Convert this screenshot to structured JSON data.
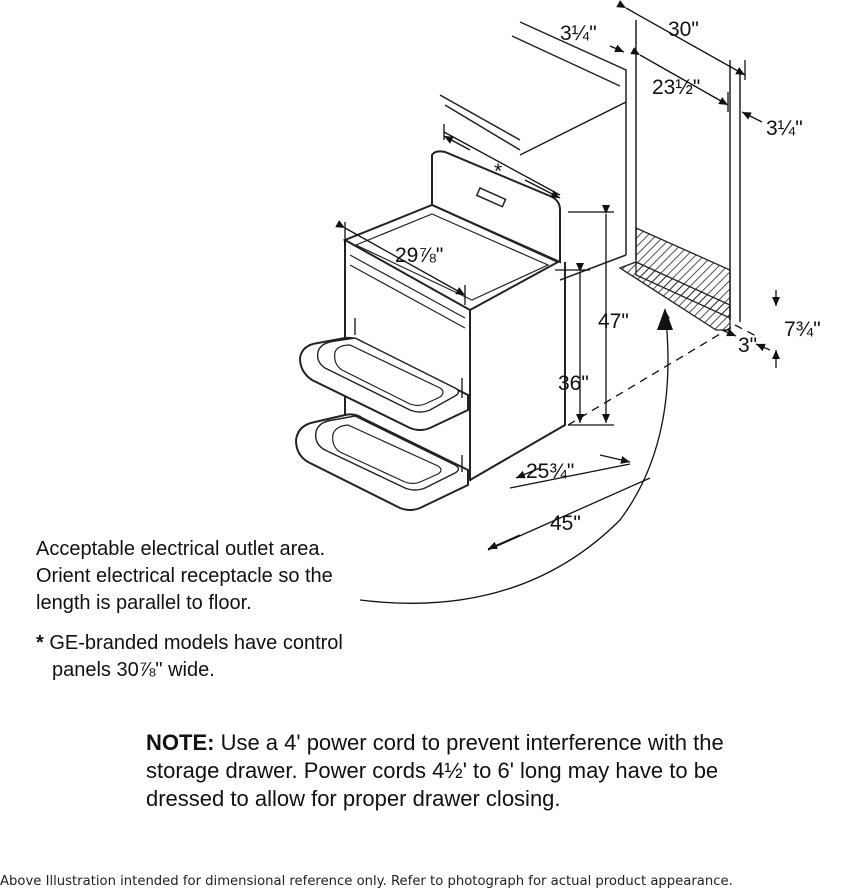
{
  "dimensions": {
    "cabinet_depth_left": "3¼\"",
    "cabinet_width": "30\"",
    "cutout_width": "23½\"",
    "cabinet_depth_right": "3¼\"",
    "control_panel_width": "*",
    "cooktop_width": "29⅞\"",
    "overall_height": "47\"",
    "counter_height": "36\"",
    "depth": "25¾\"",
    "depth_door_open": "45\"",
    "outlet_height": "7¾\"",
    "outlet_offset": "3\""
  },
  "captions": {
    "outlet_area": [
      "Acceptable electrical outlet area.",
      "Orient electrical receptacle so the",
      "length is parallel to floor."
    ],
    "asterisk_mark": "*",
    "asterisk_note": [
      "GE-branded models have control",
      "panels 30⅞\" wide."
    ]
  },
  "note": {
    "label": "NOTE:",
    "text": " Use a 4' power cord to prevent interference with the storage drawer. Power cords 4½' to 6' long may have to be dressed to allow for proper drawer closing."
  },
  "footer": "Above Illustration intended for dimensional reference only. Refer to photograph for actual product appearance."
}
